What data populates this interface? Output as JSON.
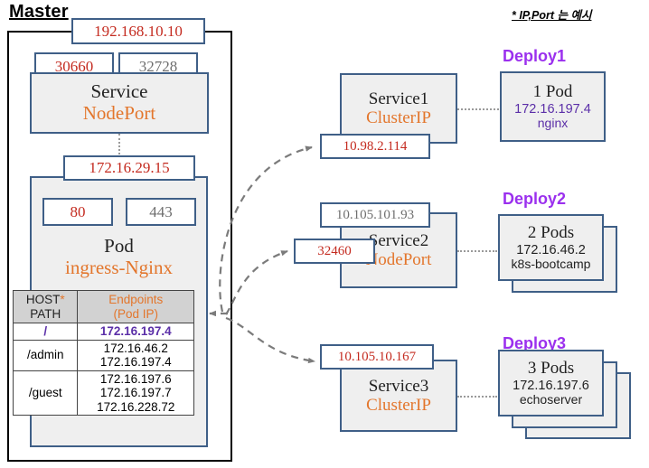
{
  "diagram": {
    "master_label": "Master",
    "note": "* IP,Port 는 예시"
  },
  "master": {
    "node_ip": "192.168.10.10",
    "service": {
      "nodeport_http": "30660",
      "nodeport_https": "32728",
      "title": "Service",
      "type": "NodePort"
    },
    "pod": {
      "pod_ip": "172.16.29.15",
      "port_http": "80",
      "port_https": "443",
      "title": "Pod",
      "name": "ingress-Nginx"
    },
    "routes": {
      "header": {
        "col1_line1": "HOST",
        "col1_asterisk": "*",
        "col1_line2": "PATH",
        "col2_line1": "Endpoints",
        "col2_line2": "(Pod IP)"
      },
      "rows": [
        {
          "path": "/",
          "endpoints": [
            "172.16.197.4"
          ],
          "highlight": true
        },
        {
          "path": "/admin",
          "endpoints": [
            "172.16.46.2",
            "172.16.197.4"
          ],
          "highlight": false
        },
        {
          "path": "/guest",
          "endpoints": [
            "172.16.197.6",
            "172.16.197.7",
            "172.16.228.72"
          ],
          "highlight": false
        }
      ]
    }
  },
  "services": [
    {
      "title": "Service1",
      "type": "ClusterIP",
      "cluster_ip": "10.98.2.114",
      "node_port": null
    },
    {
      "title": "Service2",
      "type": "NodePort",
      "cluster_ip": "10.105.101.93",
      "node_port": "32460"
    },
    {
      "title": "Service3",
      "type": "ClusterIP",
      "cluster_ip": "10.105.10.167",
      "node_port": null
    }
  ],
  "deployments": [
    {
      "label": "Deploy1",
      "pod_count": "1 Pod",
      "pod_ip": "172.16.197.4",
      "image": "nginx",
      "replicas": 1
    },
    {
      "label": "Deploy2",
      "pod_count": "2 Pods",
      "pod_ip": "172.16.46.2",
      "image": "k8s-bootcamp",
      "replicas": 2
    },
    {
      "label": "Deploy3",
      "pod_count": "3 Pods",
      "pod_ip": "172.16.197.6",
      "image": "echoserver",
      "replicas": 3
    }
  ],
  "colors": {
    "box_border": "#3f5f87",
    "box_fill": "#efefef",
    "red": "#c42b20",
    "gray": "#6e6e6e",
    "orange": "#e3762c",
    "violet": "#9b30ee",
    "dark_violet": "#5b2fa8",
    "header_fill": "#d2d2d2",
    "connector": "#9a9a9a"
  }
}
